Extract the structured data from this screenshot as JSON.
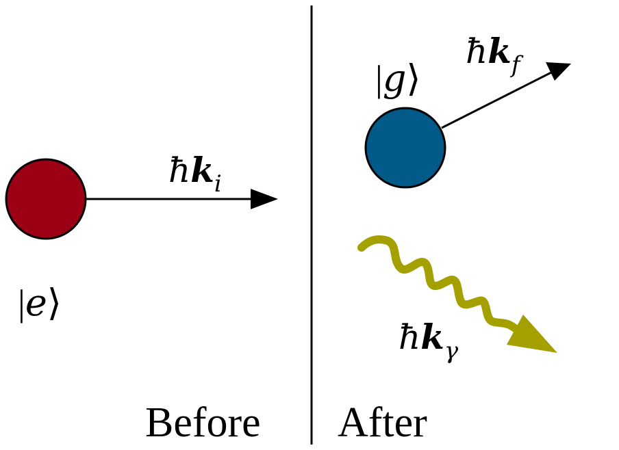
{
  "panels": {
    "before": {
      "caption": "Before",
      "state": {
        "bar": "|",
        "symbol": "e",
        "bracket": "⟩"
      },
      "momentum": {
        "hbar": "ħ",
        "k": "k",
        "sub": "i"
      }
    },
    "after": {
      "caption": "After",
      "state": {
        "bar": "|",
        "symbol": "g",
        "bracket": "⟩"
      },
      "momentum": {
        "hbar": "ħ",
        "k": "k",
        "sub": "f"
      },
      "photon": {
        "hbar": "ħ",
        "k": "k",
        "sub": "γ"
      }
    }
  },
  "colors": {
    "excited_atom": "#9b0014",
    "ground_atom": "#015a87",
    "photon": "#a3a000",
    "ink": "#000000"
  }
}
